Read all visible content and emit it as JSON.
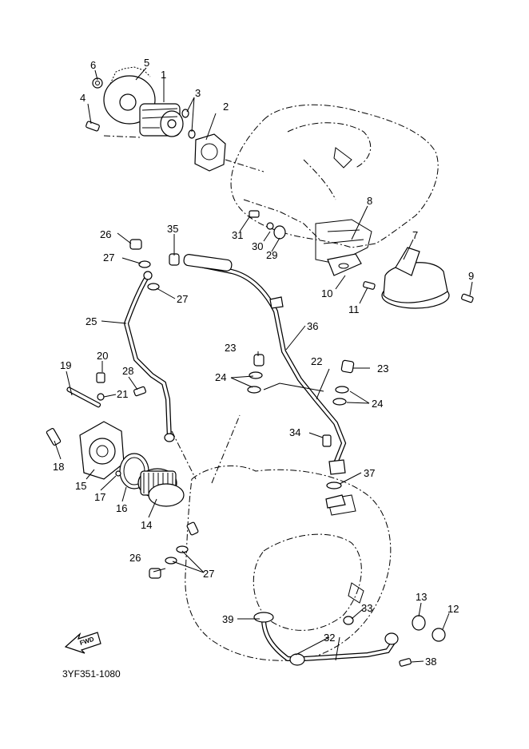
{
  "diagram": {
    "drawing_code": "3YF351-1080",
    "fwd_label": "FWD",
    "callouts": [
      {
        "id": "c1",
        "label": "1"
      },
      {
        "id": "c2",
        "label": "2"
      },
      {
        "id": "c3",
        "label": "3"
      },
      {
        "id": "c4",
        "label": "4"
      },
      {
        "id": "c5",
        "label": "5"
      },
      {
        "id": "c6",
        "label": "6"
      },
      {
        "id": "c7",
        "label": "7"
      },
      {
        "id": "c8",
        "label": "8"
      },
      {
        "id": "c9",
        "label": "9"
      },
      {
        "id": "c10",
        "label": "10"
      },
      {
        "id": "c11",
        "label": "11"
      },
      {
        "id": "c12",
        "label": "12"
      },
      {
        "id": "c13",
        "label": "13"
      },
      {
        "id": "c14",
        "label": "14"
      },
      {
        "id": "c15",
        "label": "15"
      },
      {
        "id": "c16",
        "label": "16"
      },
      {
        "id": "c17",
        "label": "17"
      },
      {
        "id": "c18",
        "label": "18"
      },
      {
        "id": "c19",
        "label": "19"
      },
      {
        "id": "c20",
        "label": "20"
      },
      {
        "id": "c21",
        "label": "21"
      },
      {
        "id": "c22",
        "label": "22"
      },
      {
        "id": "c23a",
        "label": "23"
      },
      {
        "id": "c23b",
        "label": "23"
      },
      {
        "id": "c24a",
        "label": "24"
      },
      {
        "id": "c24b",
        "label": "24"
      },
      {
        "id": "c25",
        "label": "25"
      },
      {
        "id": "c26a",
        "label": "26"
      },
      {
        "id": "c26b",
        "label": "26"
      },
      {
        "id": "c27a",
        "label": "27"
      },
      {
        "id": "c27b",
        "label": "27"
      },
      {
        "id": "c27c",
        "label": "27"
      },
      {
        "id": "c28",
        "label": "28"
      },
      {
        "id": "c29",
        "label": "29"
      },
      {
        "id": "c30",
        "label": "30"
      },
      {
        "id": "c31",
        "label": "31"
      },
      {
        "id": "c32",
        "label": "32"
      },
      {
        "id": "c33",
        "label": "33"
      },
      {
        "id": "c34",
        "label": "34"
      },
      {
        "id": "c35",
        "label": "35"
      },
      {
        "id": "c36",
        "label": "36"
      },
      {
        "id": "c37",
        "label": "37"
      },
      {
        "id": "c38",
        "label": "38"
      },
      {
        "id": "c39",
        "label": "39"
      }
    ]
  }
}
